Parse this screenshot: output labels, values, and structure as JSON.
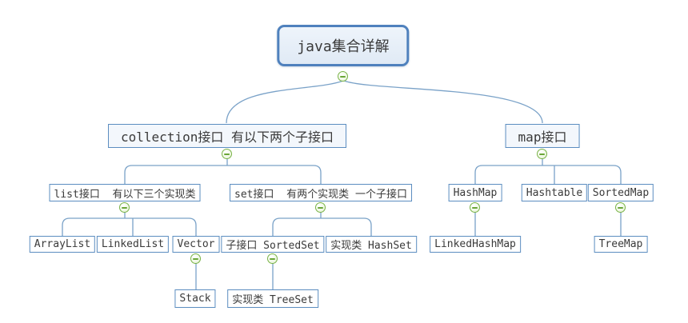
{
  "colors": {
    "root_border": "#4f81bd",
    "root_fill": "#e8f1f9",
    "branch_fill": "#f3f7fc",
    "node_border": "#5b8dc0",
    "node_fill": "#ffffff",
    "connector_line": "#7aa2c8",
    "toggle_green": "#79b347",
    "text": "#3a3a3a"
  },
  "icons": {
    "collapse": "minus-circle"
  },
  "mindmap": {
    "root": {
      "label": "java集合详解",
      "children": [
        {
          "label": "collection接口 有以下两个子接口",
          "children": [
            {
              "label": "list接口  有以下三个实现类",
              "children": [
                {
                  "label": "ArrayList"
                },
                {
                  "label": "LinkedList"
                },
                {
                  "label": "Vector",
                  "children": [
                    {
                      "label": "Stack"
                    }
                  ]
                }
              ]
            },
            {
              "label": "set接口  有两个实现类 一个子接口",
              "children": [
                {
                  "label": "子接口 SortedSet",
                  "children": [
                    {
                      "label": "实现类 TreeSet"
                    }
                  ]
                },
                {
                  "label": "实现类 HashSet"
                }
              ]
            }
          ]
        },
        {
          "label": "map接口",
          "children": [
            {
              "label": "HashMap",
              "children": [
                {
                  "label": "LinkedHashMap"
                }
              ]
            },
            {
              "label": "Hashtable"
            },
            {
              "label": "SortedMap",
              "children": [
                {
                  "label": "TreeMap"
                }
              ]
            }
          ]
        }
      ]
    }
  }
}
